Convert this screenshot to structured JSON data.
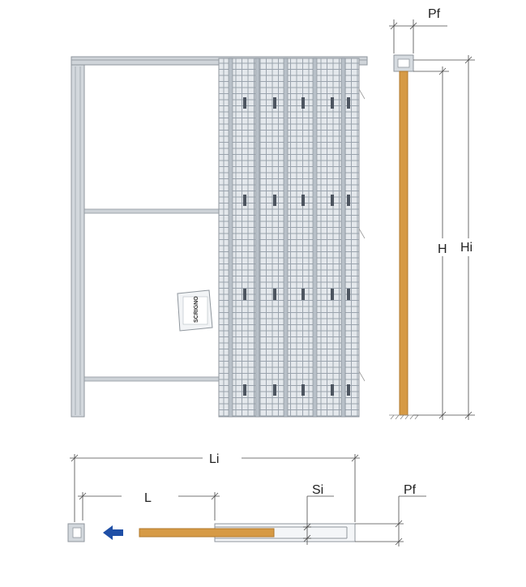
{
  "labels": {
    "pf_top": "Pf",
    "h": "H",
    "hi": "Hi",
    "li": "Li",
    "l": "L",
    "si": "Si",
    "pf_bottom": "Pf"
  },
  "brand": "SCRIGNO",
  "colors": {
    "frame": "#c9ced4",
    "frame_edge": "#8f969d",
    "mesh": "#9aa3ad",
    "mesh_bg": "#e4e8ec",
    "wood": "#d69a45",
    "wood_edge": "#b0782c",
    "dim_line": "#4a4a4a",
    "arrow": "#1f4fa6"
  }
}
